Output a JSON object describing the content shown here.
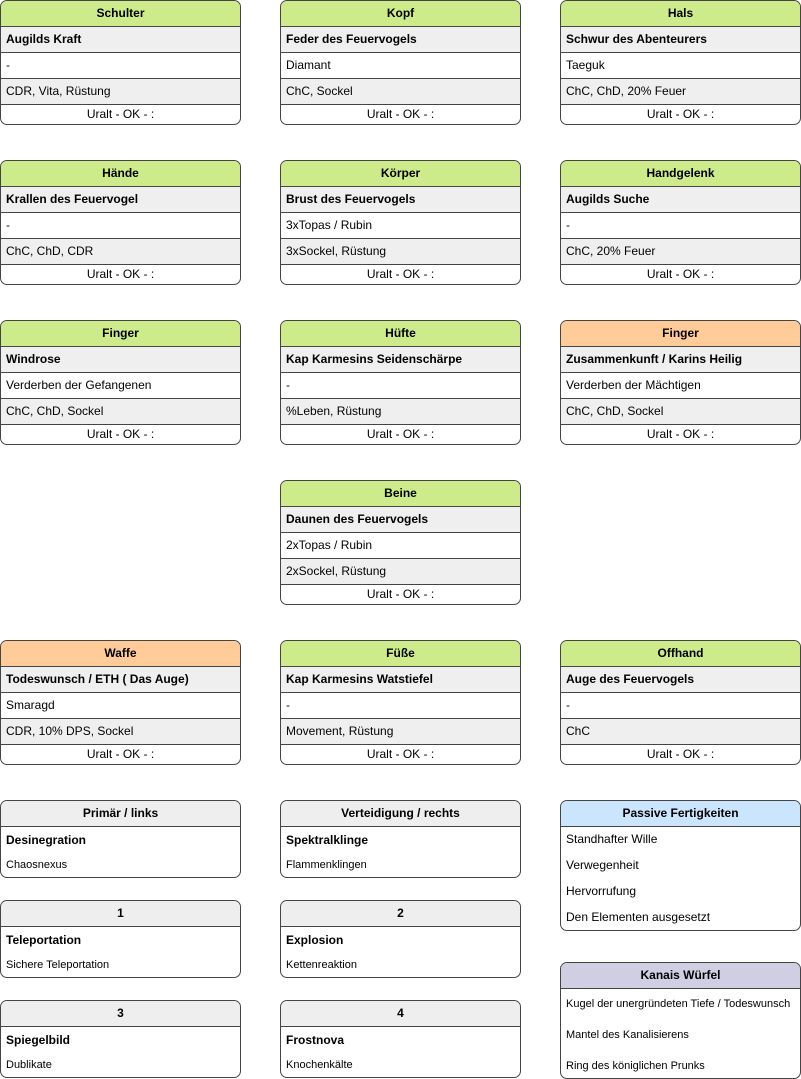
{
  "colors": {
    "green_header": "#cdeb8b",
    "orange_header": "#ffcc99",
    "grey_header": "#eeeeee",
    "blue_header": "#cce5ff",
    "purple_header": "#d0cee2",
    "row_grey": "#efefef",
    "border": "#444444"
  },
  "slots": [
    {
      "title": "Schulter",
      "item": "Augilds Kraft",
      "gem": "-",
      "stats": "CDR, Vita, Rüstung",
      "status": "Uralt  -  OK  -  :"
    },
    {
      "title": "Kopf",
      "item": "Feder des Feuervogels",
      "gem": "Diamant",
      "stats": "ChC, Sockel",
      "status": "Uralt  -  OK  -  :"
    },
    {
      "title": "Hals",
      "item": "Schwur des Abenteurers",
      "gem": "Taeguk",
      "stats": "ChC, ChD, 20% Feuer",
      "status": "Uralt  -  OK  -  :"
    },
    {
      "title": "Hände",
      "item": "Krallen des Feuervogel",
      "gem": "-",
      "stats": "ChC, ChD, CDR",
      "status": "Uralt  -  OK  -  :"
    },
    {
      "title": "Körper",
      "item": "Brust des Feuervogels",
      "gem": "3xTopas / Rubin",
      "stats": "3xSockel, Rüstung",
      "status": "Uralt  -  OK  -  :"
    },
    {
      "title": "Handgelenk",
      "item": "Augilds Suche",
      "gem": "-",
      "stats": "ChC, 20% Feuer",
      "status": "Uralt  -  OK  -  :"
    },
    {
      "title": "Finger",
      "item": "Windrose",
      "gem": "Verderben der Gefangenen",
      "stats": "ChC, ChD, Sockel",
      "status": "Uralt  -  OK  -  :"
    },
    {
      "title": "Hüfte",
      "item": "Kap Karmesins Seidenschärpe",
      "gem": "-",
      "stats": "%Leben, Rüstung",
      "status": "Uralt  -  OK  -  :"
    },
    {
      "title": "Finger",
      "item": "Zusammenkunft / Karins Heilig",
      "gem": "Verderben der Mächtigen",
      "stats": "ChC, ChD, Sockel",
      "status": "Uralt  -  OK  -  :"
    },
    {
      "title": "Beine",
      "item": "Daunen des Feuervogels",
      "gem": "2xTopas / Rubin",
      "stats": "2xSockel, Rüstung",
      "status": "Uralt  -  OK  -  :"
    },
    {
      "title": "Waffe",
      "item": "Todeswunsch / ETH ( Das Auge)",
      "gem": "Smaragd",
      "stats": "CDR, 10% DPS, Sockel",
      "status": "Uralt  -  OK  -  :"
    },
    {
      "title": "Füße",
      "item": "Kap Karmesins Watstiefel",
      "gem": "-",
      "stats": "Movement, Rüstung",
      "status": "Uralt  -  OK  -  :"
    },
    {
      "title": "Offhand",
      "item": "Auge des Feuervogels",
      "gem": "-",
      "stats": "ChC",
      "status": "Uralt  -  OK  -  :"
    }
  ],
  "skills": [
    {
      "title": "Primär / links",
      "skill": "Desinegration",
      "rune": "Chaosnexus"
    },
    {
      "title": "Verteidigung / rechts",
      "skill": "Spektralklinge",
      "rune": "Flammenklingen"
    },
    {
      "title": "1",
      "skill": "Teleportation",
      "rune": "Sichere Teleportation"
    },
    {
      "title": "2",
      "skill": "Explosion",
      "rune": "Kettenreaktion"
    },
    {
      "title": "3",
      "skill": "Spiegelbild",
      "rune": "Dublikate"
    },
    {
      "title": "4",
      "skill": "Frostnova",
      "rune": "Knochenkälte"
    }
  ],
  "passives": {
    "title": "Passive Fertigkeiten",
    "items": [
      "Standhafter Wille",
      "Verwegenheit",
      "Hervorrufung",
      "Den Elementen ausgesetzt"
    ]
  },
  "kanai": {
    "title": "Kanais Würfel",
    "items": [
      "Kugel der unergründeten Tiefe / Todeswunsch",
      "Mantel des Kanalisierens",
      "Ring des königlichen Prunks"
    ]
  }
}
